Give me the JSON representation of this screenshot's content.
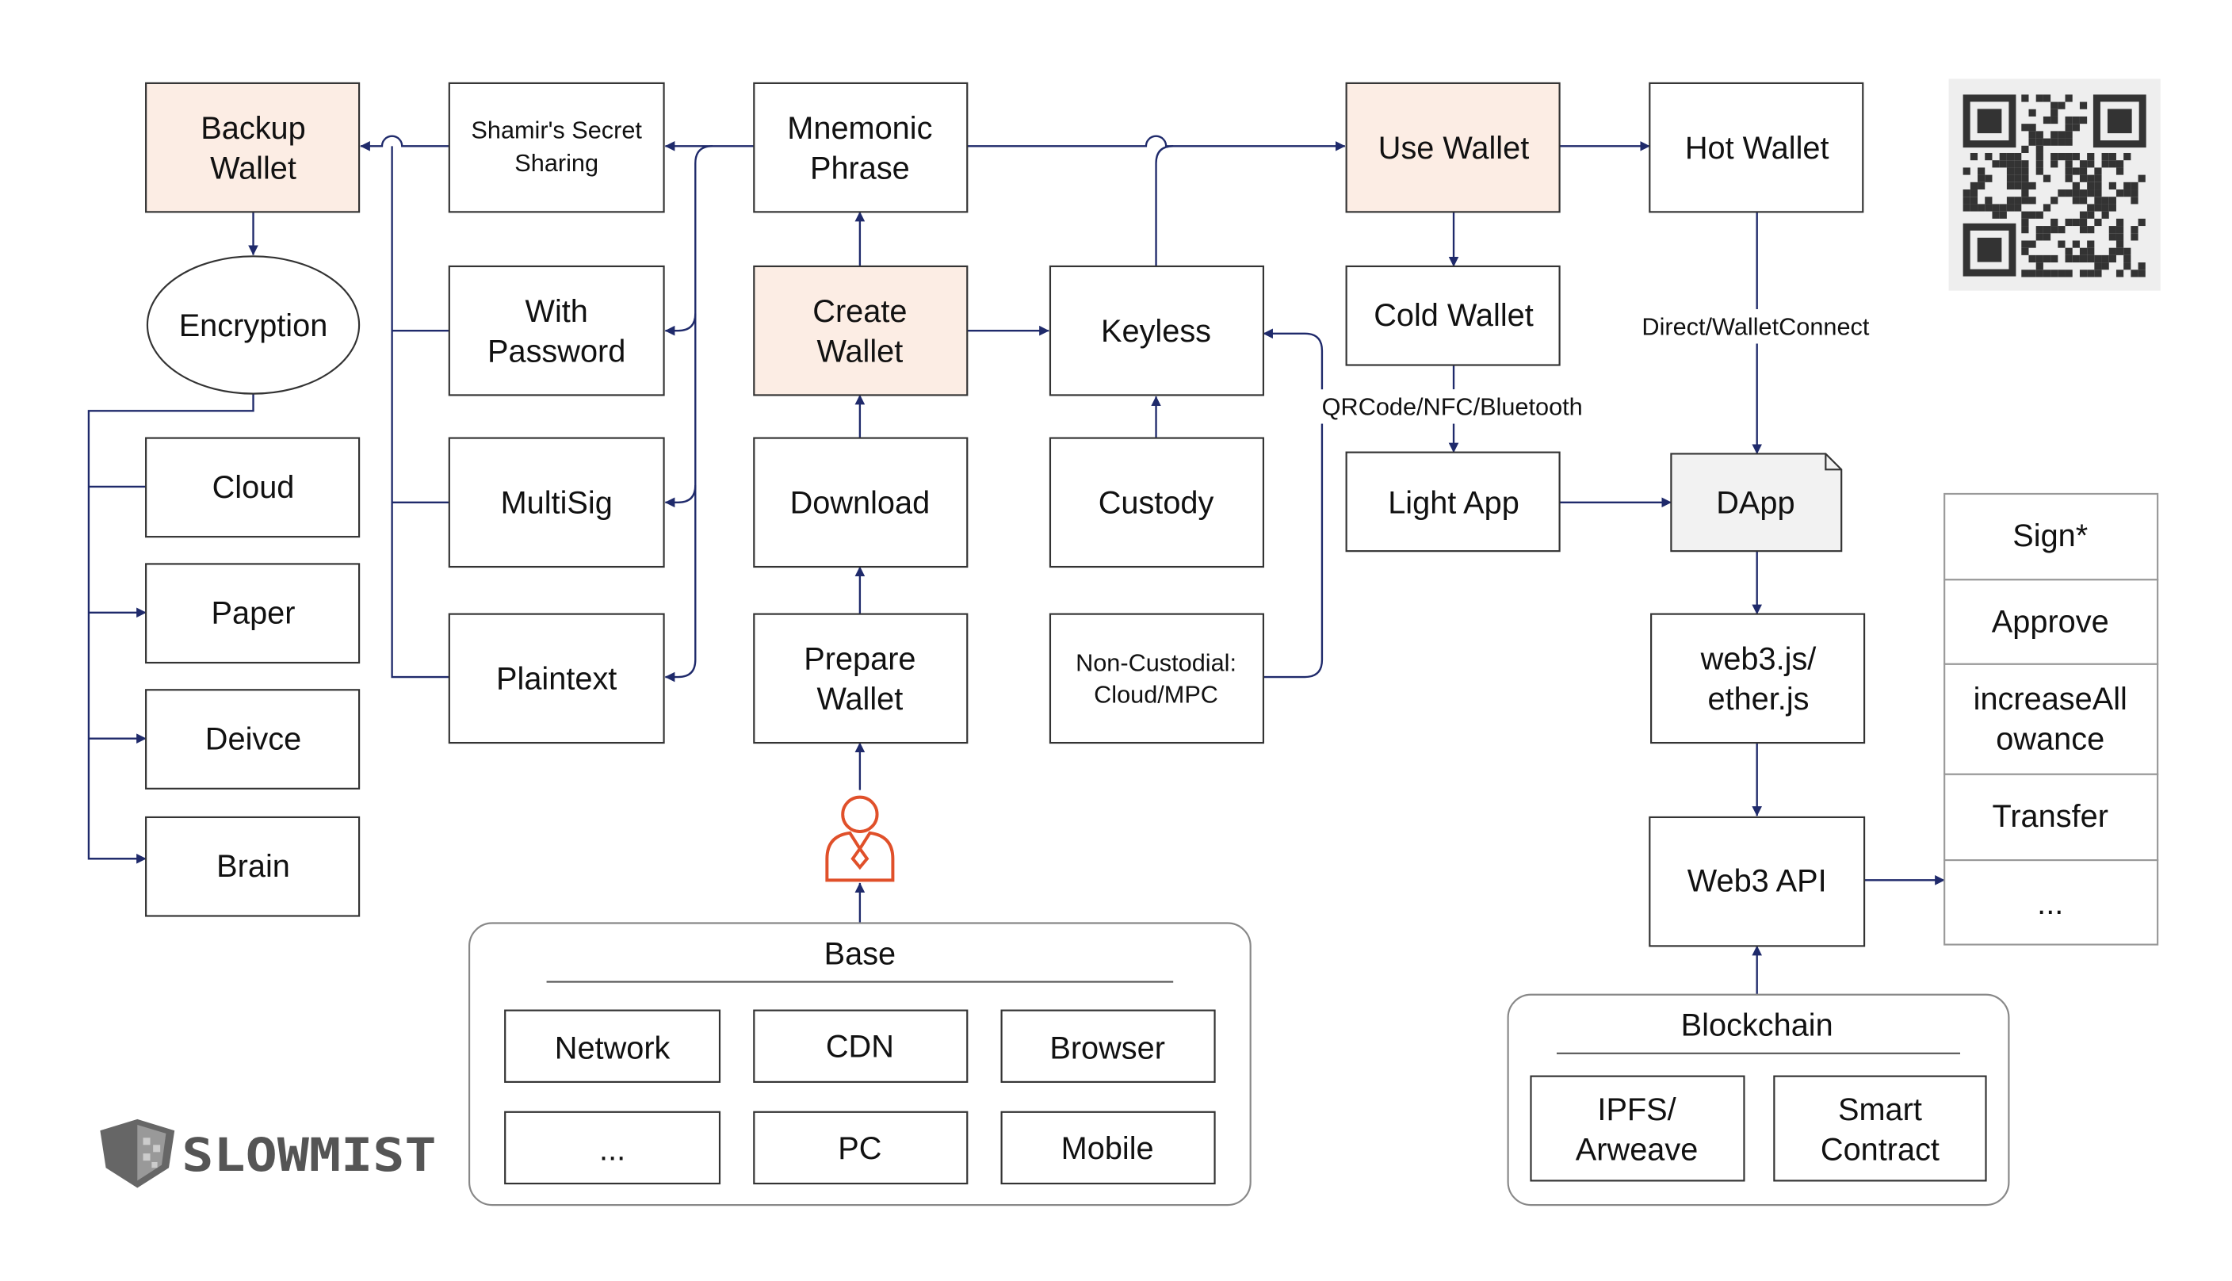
{
  "diagram": {
    "boxes": {
      "backup_wallet": "Backup\nWallet",
      "encryption": "Encryption",
      "cloud": "Cloud",
      "paper": "Paper",
      "deivce": "Deivce",
      "brain": "Brain",
      "shamir": "Shamir's Secret\nSharing",
      "with_password": "With\nPassword",
      "multisig": "MultiSig",
      "plaintext": "Plaintext",
      "mnemonic": "Mnemonic\nPhrase",
      "create_wallet": "Create\nWallet",
      "download": "Download",
      "prepare_wallet": "Prepare\nWallet",
      "keyless": "Keyless",
      "custody": "Custody",
      "non_custodial": "Non-Custodial:\nCloud/MPC",
      "use_wallet": "Use Wallet",
      "cold_wallet": "Cold Wallet",
      "light_app": "Light App",
      "hot_wallet": "Hot Wallet",
      "dapp": "DApp",
      "web3js": "web3.js/\nether.js",
      "web3_api": "Web3 API",
      "sign": "Sign*",
      "approve": "Approve",
      "increase_allowance": "increaseAll\nowance",
      "transfer": "Transfer",
      "more_actions": "..."
    },
    "edge_labels": {
      "qrcode": "QRCode/NFC/Bluetooth",
      "direct": "Direct/WalletConnect"
    },
    "base": {
      "title": "Base",
      "items": [
        "Network",
        "CDN",
        "Browser",
        "...",
        "PC",
        "Mobile"
      ]
    },
    "blockchain": {
      "title": "Blockchain",
      "items": [
        "IPFS/\nArweave",
        "Smart\nContract"
      ]
    },
    "logo": {
      "text": "SLOWMIST"
    },
    "colors": {
      "line": "#1f2a6b",
      "highlight_fill": "#fcede4",
      "dapp_fill": "#f2f2f2",
      "person": "#e0502a",
      "border": "#333333",
      "logo": "#555555"
    }
  }
}
